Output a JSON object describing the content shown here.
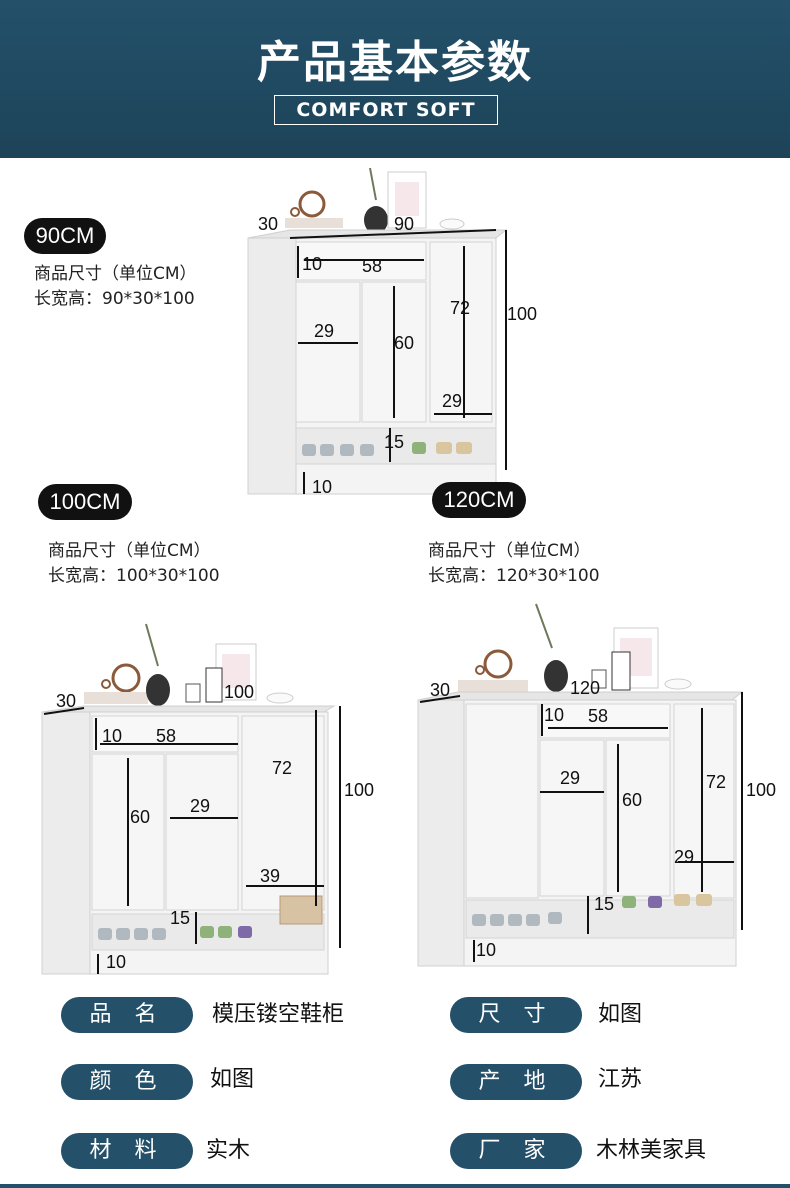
{
  "header": {
    "title": "产品基本参数",
    "subtitle": "COMFORT SOFT"
  },
  "products": [
    {
      "badge": "90CM",
      "spec_line1": "商品尺寸（单位CM）",
      "spec_line2": "长宽高：90*30*100",
      "dims": {
        "depth": "30",
        "width": "90",
        "drawer_h": "10",
        "drawer_w": "58",
        "door_w": "29",
        "door_h": "60",
        "tall_h": "72",
        "tall_w": "29",
        "shelf_h": "15",
        "base_h": "10",
        "height": "100"
      }
    },
    {
      "badge": "100CM",
      "spec_line1": "商品尺寸（单位CM）",
      "spec_line2": "长宽高：100*30*100",
      "dims": {
        "depth": "30",
        "width": "100",
        "drawer_h": "10",
        "drawer_w": "58",
        "door_w": "29",
        "door_h": "60",
        "tall_h": "72",
        "tall_w": "39",
        "shelf_h": "15",
        "base_h": "10",
        "height": "100"
      }
    },
    {
      "badge": "120CM",
      "spec_line1": "商品尺寸（单位CM）",
      "spec_line2": "长宽高：120*30*100",
      "dims": {
        "depth": "30",
        "width": "120",
        "drawer_h": "10",
        "drawer_w": "58",
        "door_w": "29",
        "door_h": "60",
        "tall_h": "72",
        "tall_w": "29",
        "shelf_h": "15",
        "base_h": "10",
        "height": "100"
      }
    }
  ],
  "params": [
    {
      "label": "品 名",
      "value": "模压镂空鞋柜"
    },
    {
      "label": "尺 寸",
      "value": "如图"
    },
    {
      "label": "颜 色",
      "value": "如图"
    },
    {
      "label": "产 地",
      "value": "江苏"
    },
    {
      "label": "材 料",
      "value": "实木"
    },
    {
      "label": "厂 家",
      "value": "木林美家具"
    }
  ],
  "colors": {
    "header_bg": "#24506a",
    "pill_bg": "#24506a",
    "cabinet": "#f2f2f2",
    "badge_bg": "#111111"
  }
}
